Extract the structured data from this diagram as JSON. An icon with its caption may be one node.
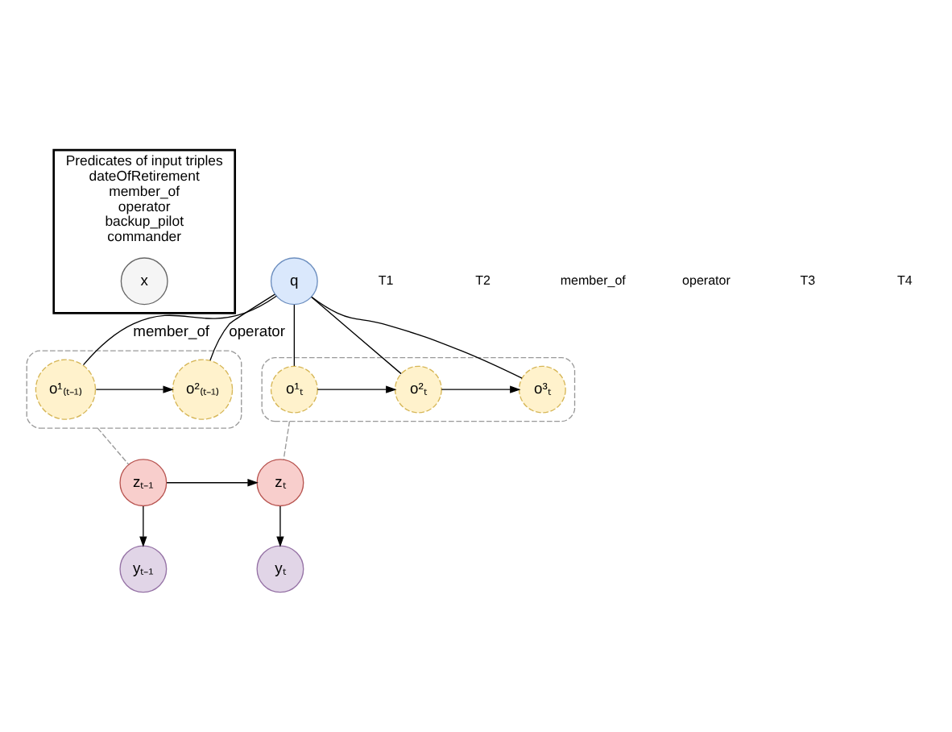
{
  "diagram": {
    "nodes": [
      {
        "text": [
          "Predicates of input triples",
          "dateOfRetirement",
          "member_of",
          "operator",
          "backup_pilot",
          "commander"
        ]
      },
      {
        "text": [
          "x"
        ],
        "in": 0
      },
      {
        "text": [
          "q"
        ]
      },
      {
        "text": [],
        "shape": "box"
      },
      {
        "text": [
          "o¹₍ₜ₋₁₎"
        ],
        "in": 3
      },
      {
        "text": [
          "o²₍ₜ₋₁₎"
        ],
        "in": 3
      },
      {
        "text": [],
        "shape": "box"
      },
      {
        "text": [
          "o¹ₜ"
        ],
        "in": 6
      },
      {
        "text": [
          "o²ₜ"
        ],
        "in": 6
      },
      {
        "text": [
          "o³ₜ"
        ],
        "in": 6
      },
      {
        "text": [
          "zₜ₋₁"
        ]
      },
      {
        "text": [
          "zₜ"
        ]
      },
      {
        "text": [
          "yₜ₋₁"
        ]
      },
      {
        "text": [
          "yₜ"
        ]
      }
    ],
    "edges": [
      {
        "from": 2,
        "to": 4,
        "arrow": "none",
        "label": "member_of"
      },
      {
        "from": 2,
        "to": 5,
        "arrow": "none",
        "label": "operator"
      },
      {
        "from": 2,
        "to": 7,
        "arrow": "none"
      },
      {
        "from": 2,
        "to": 8,
        "arrow": "none"
      },
      {
        "from": 2,
        "to": 9,
        "arrow": "none"
      },
      {
        "from": 4,
        "to": 5,
        "arrow": "to"
      },
      {
        "from": 7,
        "to": 8,
        "arrow": "to"
      },
      {
        "from": 8,
        "to": 9,
        "arrow": "to"
      },
      {
        "from": 3,
        "to": 10,
        "arrow": "none",
        "style": "dashed",
        "color": "#999999"
      },
      {
        "from": 6,
        "to": 11,
        "arrow": "none",
        "style": "dashed",
        "color": "#999999"
      },
      {
        "from": 10,
        "to": 11,
        "arrow": "to"
      },
      {
        "from": 10,
        "to": 12,
        "arrow": "to"
      },
      {
        "from": 11,
        "to": 13,
        "arrow": "to"
      }
    ],
    "labels": [
      "T1",
      "T2",
      "member_of",
      "operator",
      "T3",
      "T4"
    ]
  }
}
